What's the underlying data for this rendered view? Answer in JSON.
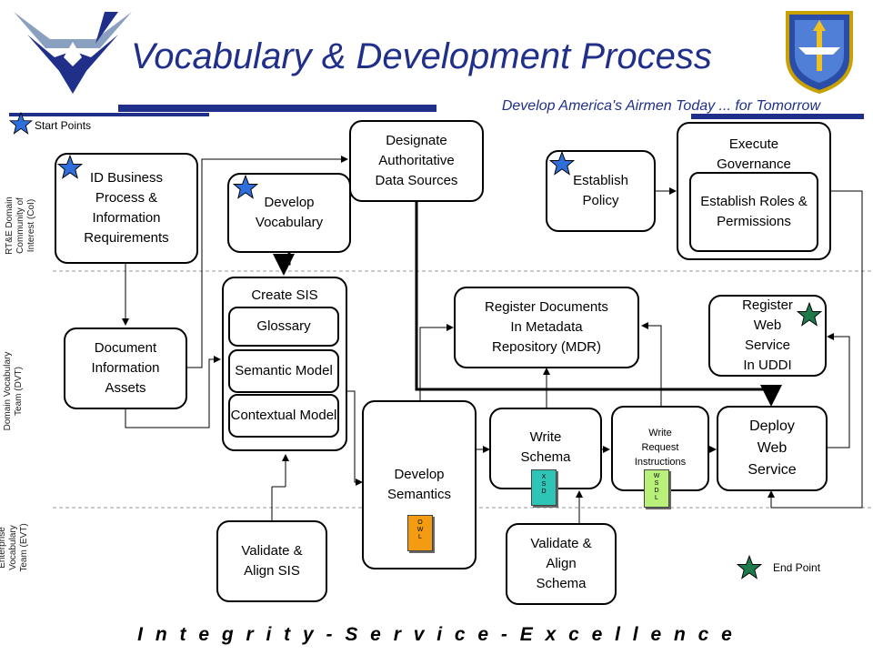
{
  "header": {
    "title": "Vocabulary & Development Process",
    "tagline": "Develop America's Airmen Today ... for Tomorrow"
  },
  "footer": {
    "motto": "I n t e g r i t y - S e r v i c e - E x c e l l e n c e"
  },
  "legend": {
    "start": "Start Points",
    "end": "End Point"
  },
  "colors": {
    "start_star": "#2f6fdc",
    "end_star": "#1e7a4a",
    "header_bar": "#1f2f8a",
    "owl_doc": "#f39c12",
    "xsd_doc": "#2ec4b6",
    "wsdl_doc": "#b9f07a"
  },
  "lanes": {
    "coi": [
      "RT&E Domain",
      "Community of",
      "Interest (CoI)"
    ],
    "dvt": [
      "Domain Vocabulary",
      "Team (DVT)"
    ],
    "evt": [
      "Enterprise",
      "Vocabulary",
      "Team (EVT)"
    ]
  },
  "nodes": {
    "id_business": [
      "ID Business",
      "Process &",
      "Information",
      "Requirements"
    ],
    "develop_vocab": [
      "Develop",
      "Vocabulary"
    ],
    "designate": [
      "Designate",
      "Authoritative",
      "Data Sources"
    ],
    "establish_policy": [
      "Establish",
      "Policy"
    ],
    "execute_gov": [
      "Execute",
      "Governance"
    ],
    "establish_roles": [
      "Establish",
      "Roles &",
      "Permissions"
    ],
    "document_info": [
      "Document",
      "Information",
      "Assets"
    ],
    "create_sis": "Create SIS",
    "glossary": "Glossary",
    "semantic_model": [
      "Semantic",
      "Model"
    ],
    "contextual_model": [
      "Contextual",
      "Model"
    ],
    "register_docs": [
      "Register Documents",
      "In Metadata",
      "Repository (MDR)"
    ],
    "register_ws": [
      "Register",
      "Web",
      "Service",
      "In UDDI"
    ],
    "develop_semantics": [
      "Develop",
      "Semantics"
    ],
    "write_schema": [
      "Write",
      "Schema"
    ],
    "write_request": [
      "Write",
      "Request",
      "Instructions"
    ],
    "deploy_ws": [
      "Deploy",
      "Web",
      "Service"
    ],
    "validate_sis": [
      "Validate &",
      "Align SIS"
    ],
    "validate_schema": [
      "Validate &",
      "Align",
      "Schema"
    ]
  },
  "docs": {
    "owl": [
      "O",
      "W",
      "L"
    ],
    "xsd": [
      "X",
      "S",
      "D"
    ],
    "wsdl": [
      "W",
      "S",
      "D",
      "L"
    ]
  }
}
